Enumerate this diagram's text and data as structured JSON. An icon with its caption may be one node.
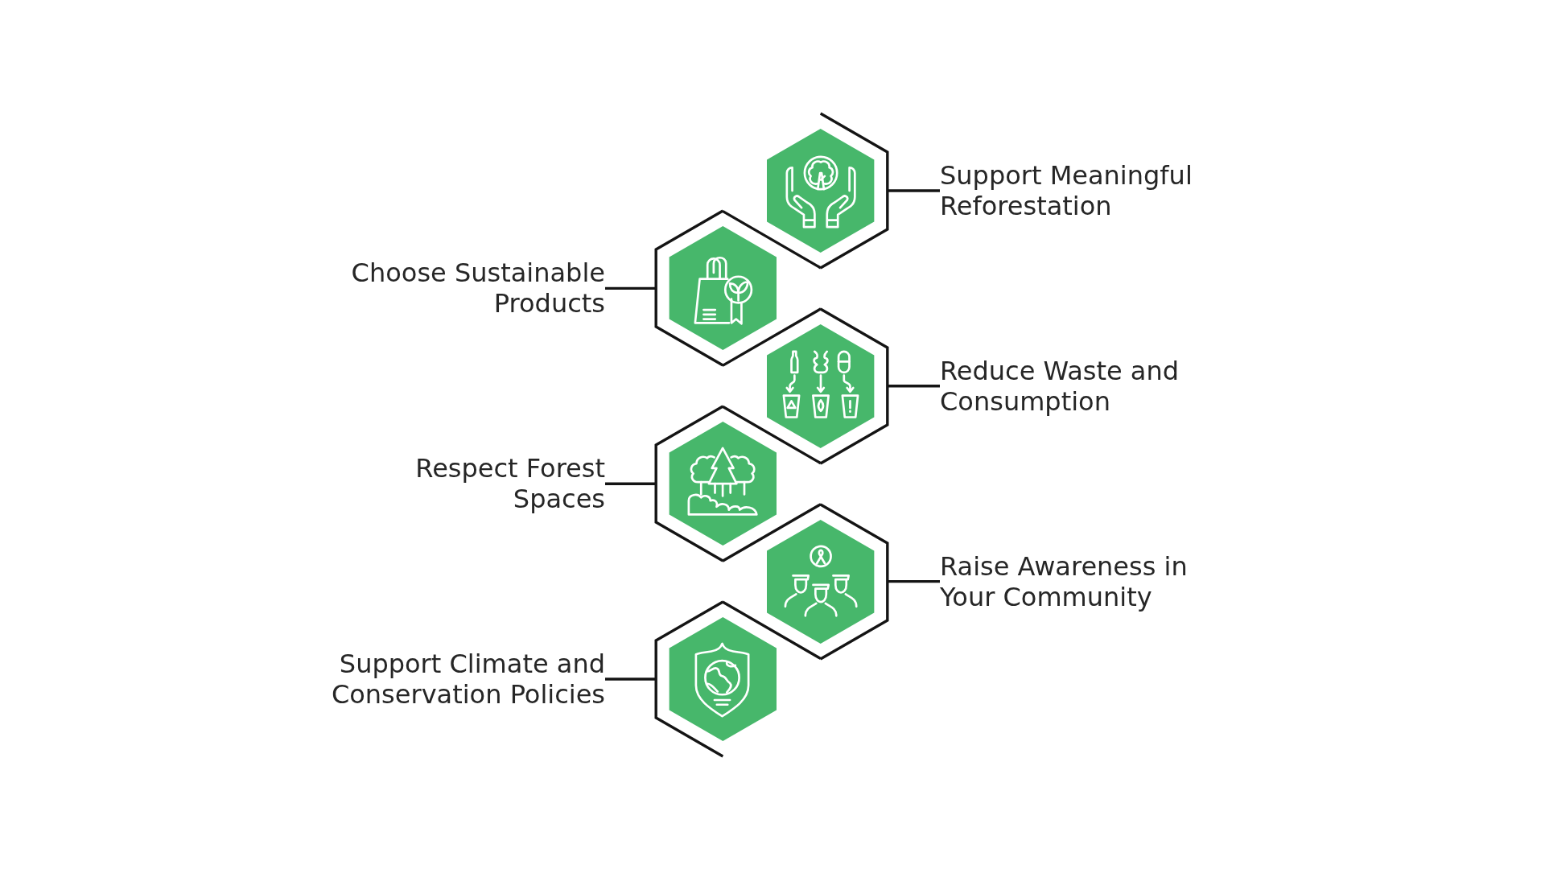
{
  "diagram": {
    "nodes": [
      {
        "text": [],
        "shape": "hexagon"
      },
      {
        "text": [
          "Support Meaningful Reforestation"
        ]
      },
      {
        "text": [
          "Choose Sustainable Products"
        ]
      },
      {
        "text": [],
        "shape": "hexagon"
      },
      {
        "text": [],
        "shape": "hexagon"
      },
      {
        "text": [
          "Reduce Waste and Consumption"
        ]
      },
      {
        "text": [
          "Respect Forest Spaces"
        ]
      },
      {
        "text": [],
        "shape": "hexagon"
      },
      {
        "text": [],
        "shape": "hexagon"
      },
      {
        "text": [
          "Raise Awareness in Your Community"
        ]
      },
      {
        "text": [
          "Support Climate and Conservation Policies"
        ]
      },
      {
        "text": [],
        "shape": "hexagon"
      }
    ],
    "edges": [
      {
        "from": 1,
        "to": 0,
        "arrow": "none"
      },
      {
        "from": 2,
        "to": 3,
        "arrow": "none"
      },
      {
        "from": 5,
        "to": 4,
        "arrow": "none"
      },
      {
        "from": 6,
        "to": 7,
        "arrow": "none"
      },
      {
        "from": 9,
        "to": 8,
        "arrow": "none"
      },
      {
        "from": 10,
        "to": 11,
        "arrow": "none"
      }
    ]
  }
}
